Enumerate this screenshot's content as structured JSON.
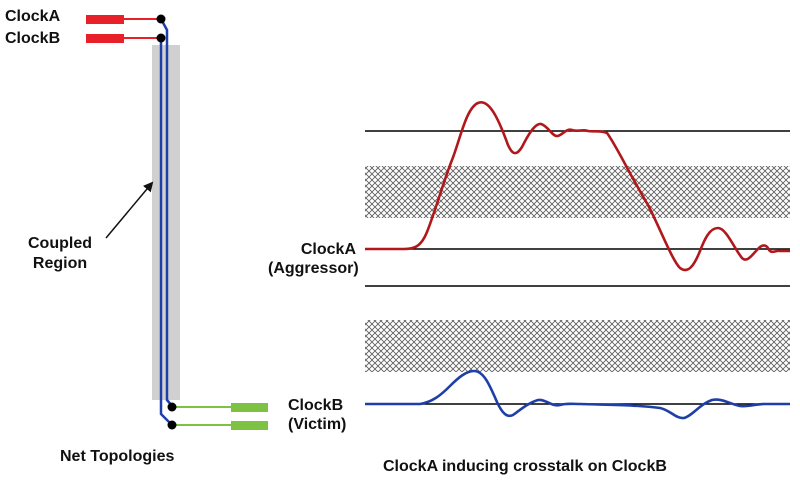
{
  "topology": {
    "net_a_label": "ClockA",
    "net_b_label": "ClockB",
    "region_line1": "Coupled",
    "region_line2": "Region",
    "caption": "Net Topologies"
  },
  "waveforms": {
    "aggressor_line1": "ClockA",
    "aggressor_line2": "(Aggressor)",
    "victim_line1": "ClockB",
    "victim_line2": "(Victim)",
    "caption": "ClockA inducing crosstalk on ClockB"
  },
  "colors": {
    "clock_a_driver": "#e8202a",
    "clock_a_wave": "#b0181c",
    "clock_b_wave": "#1f3fa8",
    "trace": "#1f3fa8",
    "receiver": "#7dc242",
    "coupled_region": "#d0d0d0",
    "hatch": "#555555",
    "reference_line": "#000000"
  }
}
